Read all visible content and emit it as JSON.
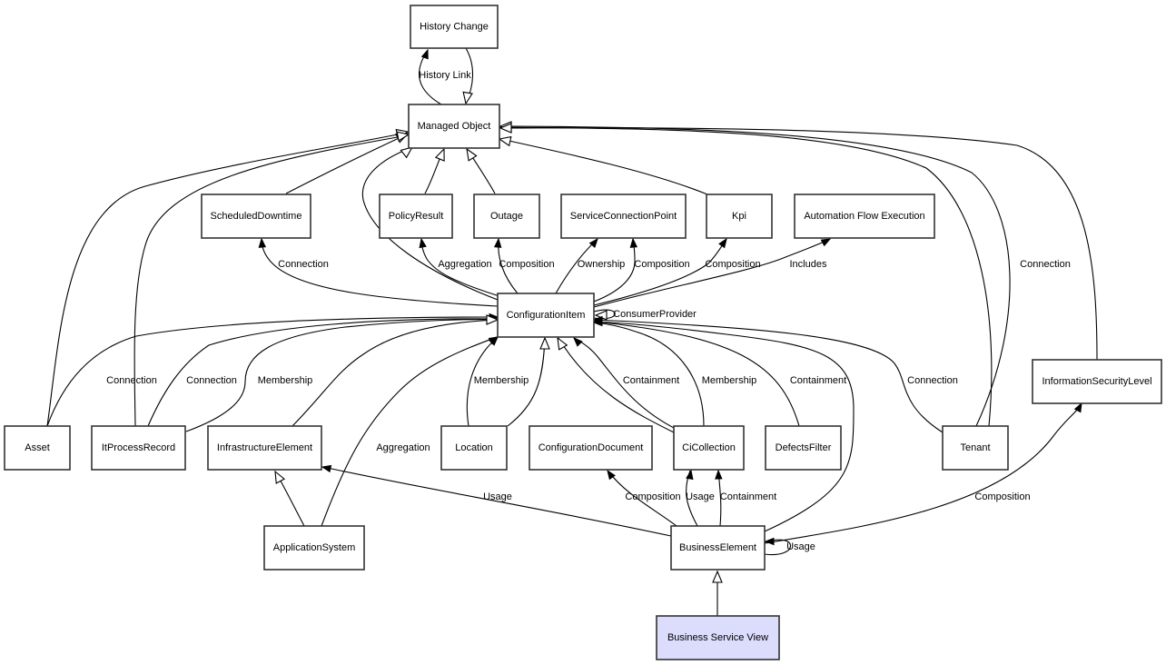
{
  "diagram": {
    "title": "Business Service View relationships",
    "highlight_color": "#dcdcfc",
    "nodes": [
      {
        "id": "history_change",
        "label": "History Change"
      },
      {
        "id": "managed_object",
        "label": "Managed Object"
      },
      {
        "id": "scheduled_downtime",
        "label": "ScheduledDowntime"
      },
      {
        "id": "policy_result",
        "label": "PolicyResult"
      },
      {
        "id": "outage",
        "label": "Outage"
      },
      {
        "id": "service_connection_point",
        "label": "ServiceConnectionPoint"
      },
      {
        "id": "kpi",
        "label": "Kpi"
      },
      {
        "id": "automation_flow_execution",
        "label": "Automation Flow Execution"
      },
      {
        "id": "configuration_item",
        "label": "ConfigurationItem"
      },
      {
        "id": "information_security_level",
        "label": "InformationSecurityLevel"
      },
      {
        "id": "asset",
        "label": "Asset"
      },
      {
        "id": "it_process_record",
        "label": "ItProcessRecord"
      },
      {
        "id": "infrastructure_element",
        "label": "InfrastructureElement"
      },
      {
        "id": "location",
        "label": "Location"
      },
      {
        "id": "configuration_document",
        "label": "ConfigurationDocument"
      },
      {
        "id": "ci_collection",
        "label": "CiCollection"
      },
      {
        "id": "defects_filter",
        "label": "DefectsFilter"
      },
      {
        "id": "tenant",
        "label": "Tenant"
      },
      {
        "id": "application_system",
        "label": "ApplicationSystem"
      },
      {
        "id": "business_element",
        "label": "BusinessElement"
      },
      {
        "id": "business_service_view",
        "label": "Business Service View",
        "highlighted": true
      }
    ],
    "edges": [
      {
        "from": "managed_object",
        "to": "history_change",
        "label": "History Link",
        "type": "association"
      },
      {
        "from": "history_change",
        "to": "managed_object",
        "label": "",
        "type": "inheritance"
      },
      {
        "from": "scheduled_downtime",
        "to": "managed_object",
        "label": "",
        "type": "inheritance"
      },
      {
        "from": "policy_result",
        "to": "managed_object",
        "label": "",
        "type": "inheritance"
      },
      {
        "from": "outage",
        "to": "managed_object",
        "label": "",
        "type": "inheritance"
      },
      {
        "from": "kpi",
        "to": "managed_object",
        "label": "",
        "type": "inheritance"
      },
      {
        "from": "configuration_item",
        "to": "managed_object",
        "label": "",
        "type": "inheritance"
      },
      {
        "from": "asset",
        "to": "managed_object",
        "label": "",
        "type": "inheritance"
      },
      {
        "from": "it_process_record",
        "to": "managed_object",
        "label": "",
        "type": "inheritance"
      },
      {
        "from": "tenant",
        "to": "managed_object",
        "label": "",
        "type": "inheritance"
      },
      {
        "from": "tenant",
        "to": "managed_object",
        "label": "Connection",
        "type": "inheritance"
      },
      {
        "from": "information_security_level",
        "to": "managed_object",
        "label": "",
        "type": "inheritance"
      },
      {
        "from": "configuration_item",
        "to": "scheduled_downtime",
        "label": "Connection",
        "type": "association"
      },
      {
        "from": "configuration_item",
        "to": "policy_result",
        "label": "Aggregation",
        "type": "association"
      },
      {
        "from": "configuration_item",
        "to": "outage",
        "label": "Composition",
        "type": "association"
      },
      {
        "from": "configuration_item",
        "to": "service_connection_point",
        "label": "Ownership",
        "type": "association"
      },
      {
        "from": "configuration_item",
        "to": "service_connection_point",
        "label": "Composition",
        "type": "association"
      },
      {
        "from": "configuration_item",
        "to": "kpi",
        "label": "Composition",
        "type": "association"
      },
      {
        "from": "configuration_item",
        "to": "automation_flow_execution",
        "label": "Includes",
        "type": "association"
      },
      {
        "from": "configuration_item",
        "to": "configuration_item",
        "label": "ConsumerProvider",
        "type": "association"
      },
      {
        "from": "asset",
        "to": "configuration_item",
        "label": "Connection",
        "type": "association"
      },
      {
        "from": "it_process_record",
        "to": "configuration_item",
        "label": "Connection",
        "type": "association"
      },
      {
        "from": "it_process_record",
        "to": "configuration_item",
        "label": "Membership",
        "type": "association"
      },
      {
        "from": "infrastructure_element",
        "to": "configuration_item",
        "label": "",
        "type": "inheritance"
      },
      {
        "from": "application_system",
        "to": "configuration_item",
        "label": "Aggregation",
        "type": "association"
      },
      {
        "from": "location",
        "to": "configuration_item",
        "label": "Membership",
        "type": "association"
      },
      {
        "from": "location",
        "to": "configuration_item",
        "label": "",
        "type": "inheritance"
      },
      {
        "from": "ci_collection",
        "to": "configuration_item",
        "label": "",
        "type": "inheritance"
      },
      {
        "from": "ci_collection",
        "to": "configuration_item",
        "label": "Containment",
        "type": "association"
      },
      {
        "from": "ci_collection",
        "to": "configuration_item",
        "label": "Membership",
        "type": "association"
      },
      {
        "from": "defects_filter",
        "to": "configuration_item",
        "label": "Containment",
        "type": "association"
      },
      {
        "from": "tenant",
        "to": "configuration_item",
        "label": "Connection",
        "type": "association"
      },
      {
        "from": "business_element",
        "to": "configuration_item",
        "label": "",
        "type": "association"
      },
      {
        "from": "application_system",
        "to": "infrastructure_element",
        "label": "",
        "type": "inheritance"
      },
      {
        "from": "business_element",
        "to": "infrastructure_element",
        "label": "Usage",
        "type": "association"
      },
      {
        "from": "business_element",
        "to": "configuration_document",
        "label": "Composition",
        "type": "association"
      },
      {
        "from": "business_element",
        "to": "ci_collection",
        "label": "Usage",
        "type": "association"
      },
      {
        "from": "business_element",
        "to": "ci_collection",
        "label": "Containment",
        "type": "association"
      },
      {
        "from": "business_element",
        "to": "information_security_level",
        "label": "Composition",
        "type": "association"
      },
      {
        "from": "business_element",
        "to": "business_element",
        "label": "Usage",
        "type": "association"
      },
      {
        "from": "business_service_view",
        "to": "business_element",
        "label": "",
        "type": "inheritance"
      }
    ]
  }
}
